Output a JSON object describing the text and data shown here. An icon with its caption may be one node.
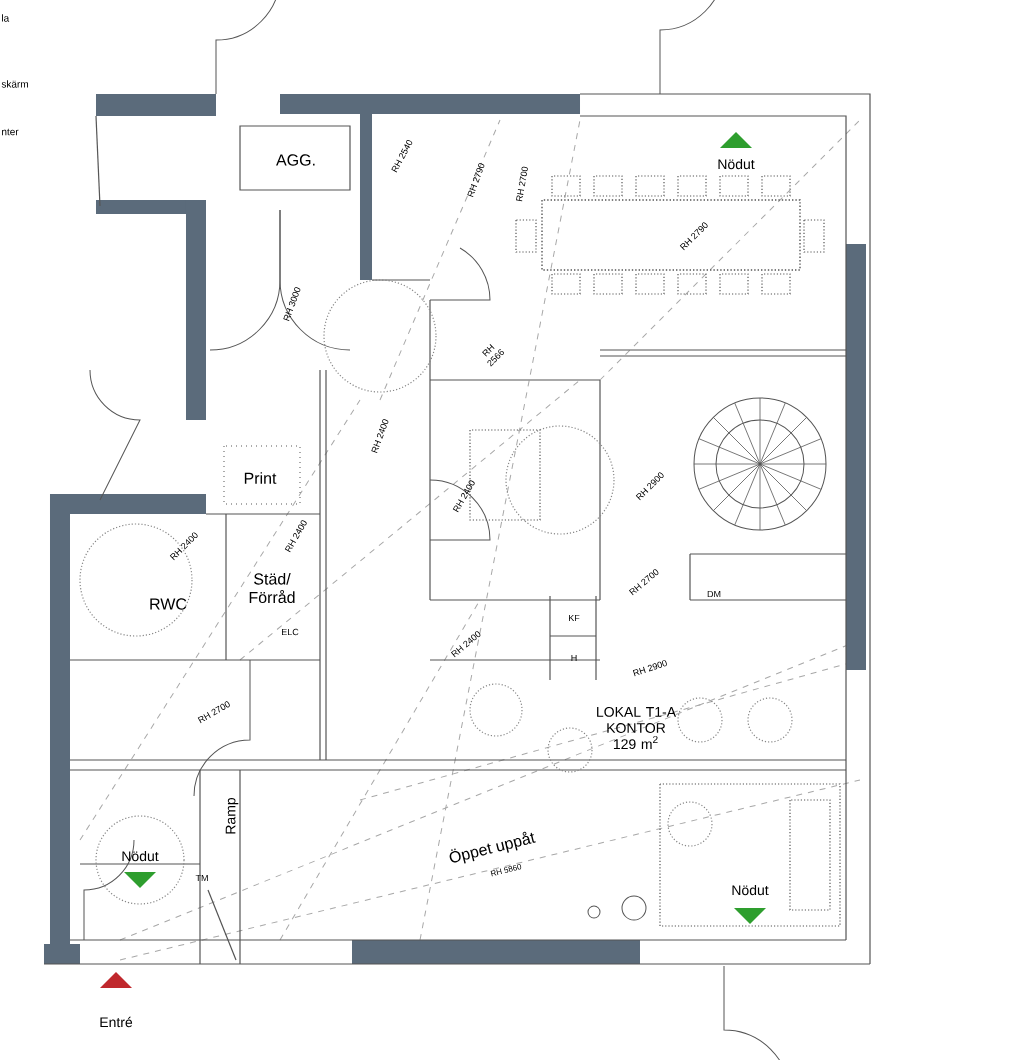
{
  "diagram": {
    "labels": [
      "la",
      "skärm",
      "nter",
      "AGG.",
      "RH 2540",
      "RH 2790",
      "RH 2700",
      "Nödut",
      "RH 2790",
      "RH 3000",
      "RH 2566",
      "Print",
      "RH 2400",
      "RH 2400",
      "Städ/ Förråd",
      "ELC",
      "RWC",
      "RH 2400",
      "RH 2400",
      "RH 2900",
      "RH 2700",
      "DM",
      "KF",
      "H",
      "RH 2400",
      "RH 2900",
      "RH 2700",
      "LOKAL T1-A KONTOR 129 m$^{2}$",
      "Ramp",
      "Nödut",
      "TM",
      "Öppet uppåt",
      "RH 5860",
      "Nödut",
      "Entré"
    ]
  }
}
